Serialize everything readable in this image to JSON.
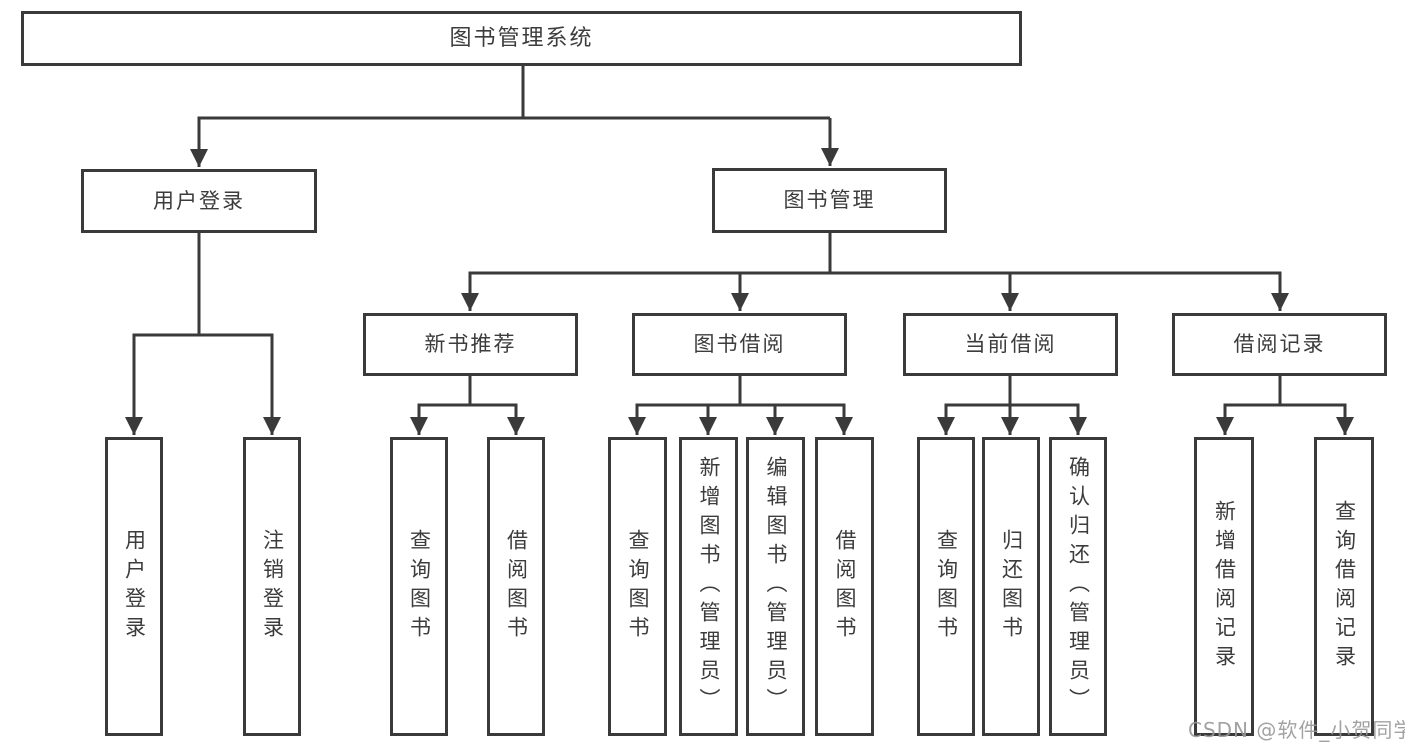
{
  "diagram_title": "图书管理系统",
  "tree": {
    "root": {
      "label": "图书管理系统"
    },
    "branches": [
      {
        "label": "用户登录",
        "children": [
          {
            "label": "用户登录"
          },
          {
            "label": "注销登录"
          }
        ]
      },
      {
        "label": "图书管理",
        "groups": [
          {
            "label": "新书推荐",
            "children": [
              {
                "label": "查询图书"
              },
              {
                "label": "借阅图书"
              }
            ]
          },
          {
            "label": "图书借阅",
            "children": [
              {
                "label": "查询图书"
              },
              {
                "label": "新增图书（管理员）"
              },
              {
                "label": "编辑图书（管理员）"
              },
              {
                "label": "借阅图书"
              }
            ]
          },
          {
            "label": "当前借阅",
            "children": [
              {
                "label": "查询图书"
              },
              {
                "label": "归还图书"
              },
              {
                "label": "确认归还（管理员）"
              }
            ]
          },
          {
            "label": "借阅记录",
            "children": [
              {
                "label": "新增借阅记录"
              },
              {
                "label": "查询借阅记录"
              }
            ]
          }
        ]
      }
    ]
  },
  "watermark": "CSDN @软件_小贺同学",
  "colors": {
    "background": "#ffffff",
    "line": "#3a3a3a",
    "text": "#3c3c3c",
    "watermark": "#989898"
  }
}
